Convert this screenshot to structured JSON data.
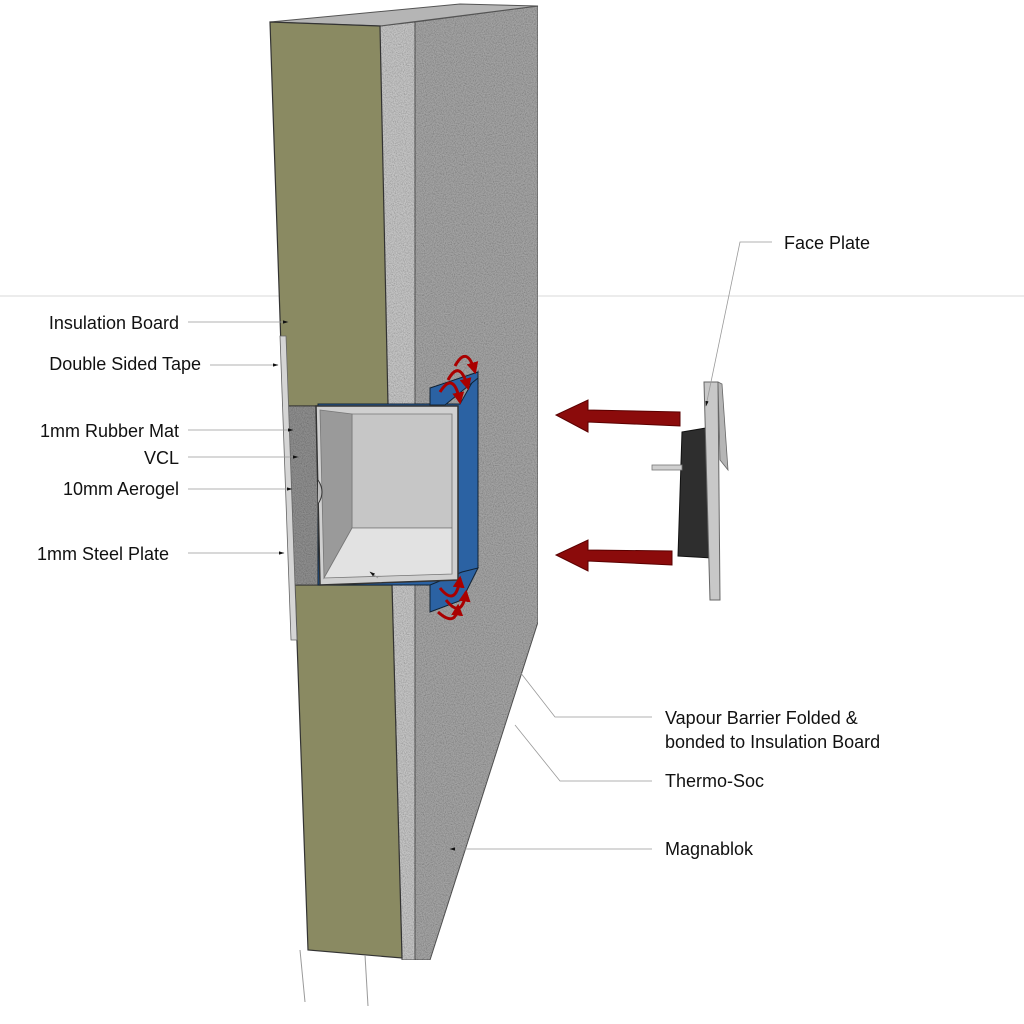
{
  "labels": {
    "insulation_board": "Insulation Board",
    "double_sided_tape": "Double Sided Tape",
    "rubber_mat": "1mm Rubber Mat",
    "vcl": "VCL",
    "aerogel": "10mm Aerogel",
    "steel_plate": "1mm Steel Plate",
    "face_plate": "Face Plate",
    "vapour_barrier": "Vapour Barrier Folded &\nbonded to Insulation Board",
    "thermo_soc": "Thermo-Soc",
    "magnablok": "Magnablok"
  },
  "colors": {
    "insulation": "#8a8a62",
    "magnablok_face": "#a3a3a3",
    "magnablok_edge": "#c4c4c4",
    "vapour_barrier": "#2b62a3",
    "arrow": "#8b0b0b",
    "steel_plate": "#c8c8c8",
    "box_interior": "#b9b9b9",
    "backbox": "#2e2e2e"
  }
}
